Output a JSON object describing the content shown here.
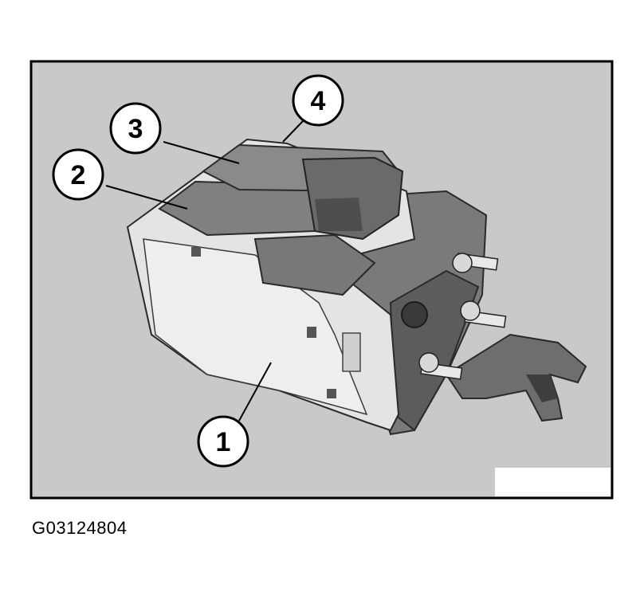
{
  "figure": {
    "figure_id": "G03124804",
    "callouts": [
      {
        "number": "1"
      },
      {
        "number": "2"
      },
      {
        "number": "3"
      },
      {
        "number": "4"
      }
    ]
  },
  "colors": {
    "background": "#c8c8c8",
    "frame": "#000000",
    "housing_light": "#e6e6e6",
    "block_dark": "#7a7a7a",
    "block_mid": "#8e8e8e"
  }
}
